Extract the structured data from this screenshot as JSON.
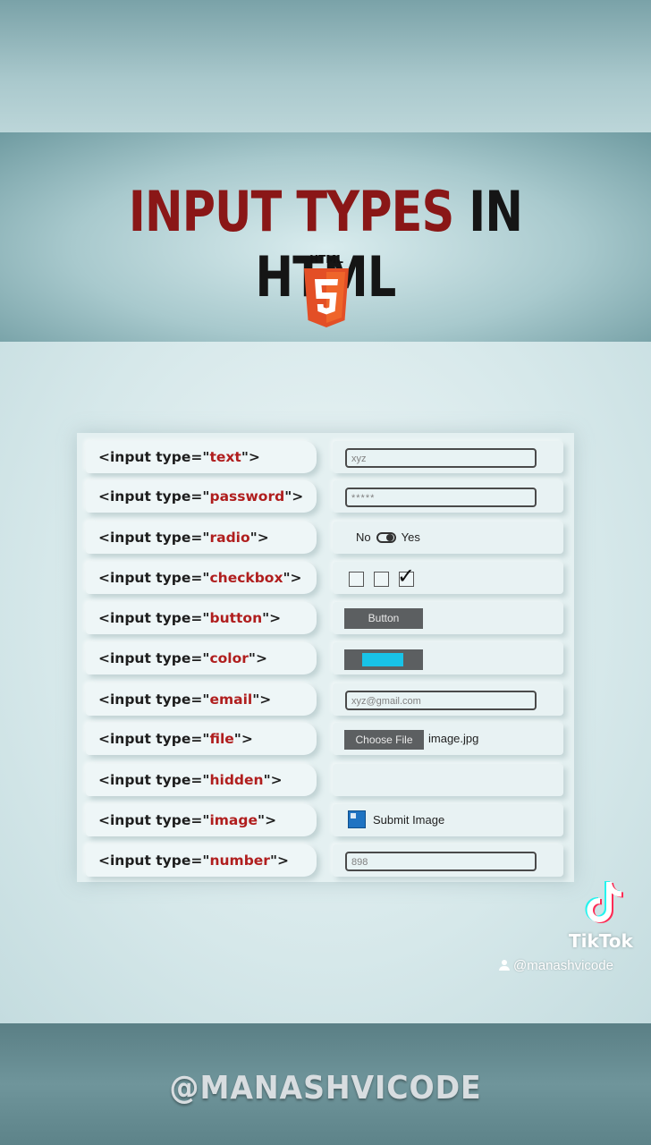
{
  "header": {
    "title_red": "INPUT TYPES",
    "title_black": "IN HTML",
    "logo_text": "HTML"
  },
  "rows": [
    {
      "prefix": "<input type=\"",
      "value": "text",
      "suffix": "\">",
      "demo": "xyz"
    },
    {
      "prefix": "<input type=\"",
      "value": "password",
      "suffix": "\">",
      "demo": "*****"
    },
    {
      "prefix": "<input type=\"",
      "value": "radio",
      "suffix": "\">",
      "demo_no": "No",
      "demo_yes": "Yes"
    },
    {
      "prefix": "<input type=\"",
      "value": "checkbox",
      "suffix": "\">",
      "demo": "✓"
    },
    {
      "prefix": "<input type=\"",
      "value": "button",
      "suffix": "\">",
      "demo": "Button"
    },
    {
      "prefix": "<input type=\"",
      "value": "color",
      "suffix": "\">",
      "swatch_color": "#18c3e8"
    },
    {
      "prefix": "<input type=\"",
      "value": "email",
      "suffix": "\">",
      "demo": "xyz@gmail.com"
    },
    {
      "prefix": "<input type=\"",
      "value": "file",
      "suffix": "\">",
      "demo_button": "Choose File",
      "demo_file": "image.jpg"
    },
    {
      "prefix": "<input type=\"",
      "value": "hidden",
      "suffix": "\">"
    },
    {
      "prefix": "<input type=\"",
      "value": "image",
      "suffix": "\">",
      "demo": "Submit Image"
    },
    {
      "prefix": "<input type=\"",
      "value": "number",
      "suffix": "\">",
      "demo": "898"
    }
  ],
  "tiktok": {
    "brand": "TikTok",
    "handle": "@manashvicode"
  },
  "footer": {
    "watermark": "@MANASHVICODE"
  },
  "colors": {
    "title_red": "#8a1717",
    "code_value_red": "#b01e1e",
    "html5_orange": "#e34f26"
  }
}
